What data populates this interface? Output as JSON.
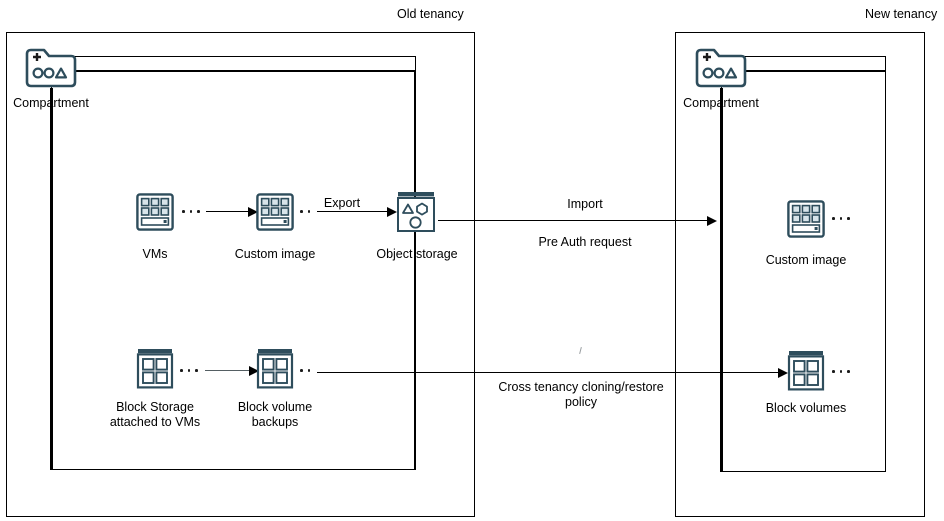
{
  "diagram": {
    "title_left": "Old tenancy",
    "title_right": "New tenancy",
    "colors": {
      "icon_stroke": "#2e4d5c",
      "icon_fill_light": "#d8e4ea",
      "line": "#000000",
      "text": "#000000"
    }
  },
  "left_tenancy": {
    "label": "Old tenancy",
    "compartment": {
      "label": "Compartment",
      "icon": "folder-plus-shapes-icon"
    },
    "nodes": [
      {
        "id": "vms",
        "label": "VMs",
        "icon": "vm-grid-icon"
      },
      {
        "id": "custom-image",
        "label": "Custom image",
        "icon": "vm-grid-icon"
      },
      {
        "id": "object-storage",
        "label": "Object storage",
        "icon": "object-storage-icon"
      },
      {
        "id": "block-storage",
        "label": "Block Storage\nattached to VMs",
        "icon": "block-volume-icon"
      },
      {
        "id": "block-backups",
        "label": "Block volume\nbackups",
        "icon": "block-volume-icon"
      }
    ],
    "edges": [
      {
        "id": "vms-to-image",
        "label": ""
      },
      {
        "id": "image-to-object",
        "label": "Export"
      },
      {
        "id": "blockstorage-to-backups",
        "label": ""
      }
    ]
  },
  "right_tenancy": {
    "label": "New tenancy",
    "compartment": {
      "label": "Compartment",
      "icon": "folder-plus-shapes-icon"
    },
    "nodes": [
      {
        "id": "custom-image-new",
        "label": "Custom image",
        "icon": "vm-grid-icon"
      },
      {
        "id": "block-volumes-new",
        "label": "Block volumes",
        "icon": "block-volume-icon"
      }
    ]
  },
  "cross_edges": [
    {
      "id": "import-edge",
      "label_above": "Import",
      "label_below": "Pre Auth request"
    },
    {
      "id": "clone-edge",
      "label_above": "",
      "label_below": "Cross tenancy cloning/restore\npolicy"
    }
  ]
}
